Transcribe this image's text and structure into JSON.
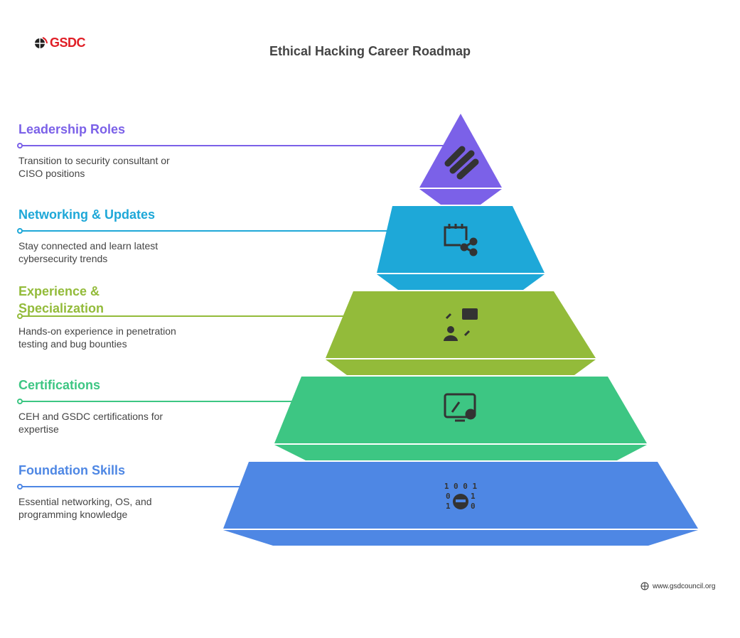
{
  "title": "Ethical Hacking Career Roadmap",
  "logo": "GSDC",
  "footer": "www.gsdcouncil.org",
  "levels": [
    {
      "title": "Leadership Roles",
      "desc": "Transition to security consultant or CISO positions",
      "color": "#7B61E8",
      "icon": "sliders-icon"
    },
    {
      "title": "Networking & Updates",
      "desc": "Stay connected and learn latest cybersecurity trends",
      "color": "#1EA8D8",
      "icon": "calendar-share-icon"
    },
    {
      "title": "Experience & Specialization",
      "desc": "Hands-on experience in penetration testing and bug bounties",
      "color": "#93BB3A",
      "icon": "user-presentation-icon"
    },
    {
      "title": "Certifications",
      "desc": "CEH and GSDC certifications for expertise",
      "color": "#3DC683",
      "icon": "certificate-icon"
    },
    {
      "title": "Foundation Skills",
      "desc": "Essential networking, OS, and programming knowledge",
      "color": "#4E87E4",
      "icon": "binary-hacker-icon"
    }
  ]
}
